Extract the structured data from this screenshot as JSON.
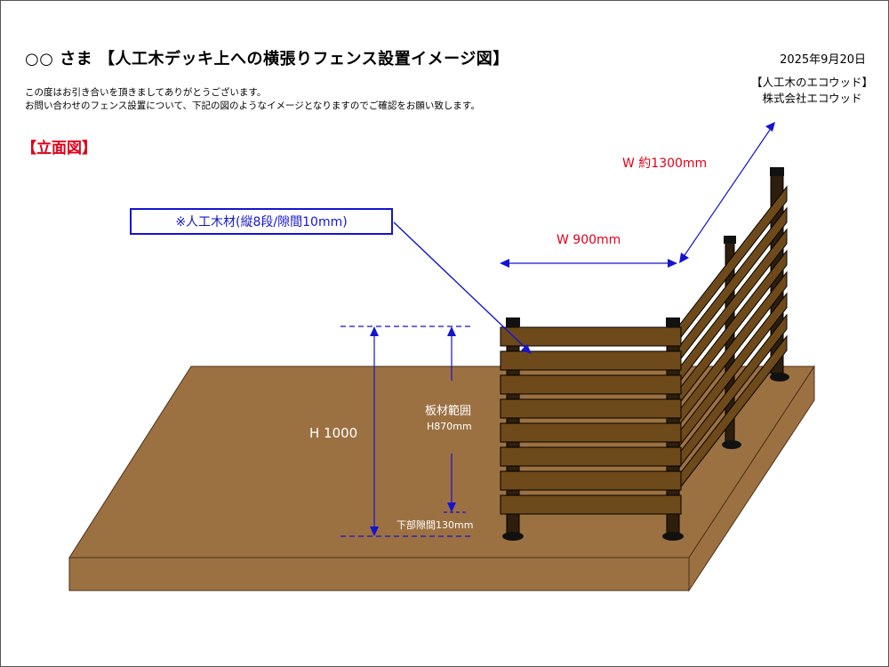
{
  "header": {
    "title": "○○ さま 【人工木デッキ上への横張りフェンス設置イメージ図】",
    "date": "2025年9月20日",
    "company_line1": "【人工木のエコウッド】",
    "company_line2": "株式会社エコウッド"
  },
  "intro": {
    "line1": "この度はお引き合いを頂きましてありがとうございます。",
    "line2": "お問い合わせのフェンス設置について、下記の図のようなイメージとなりますのでご確認をお願い致します。"
  },
  "section_label": "【立面図】",
  "diagram": {
    "material_note": "※人工木材(縦8段/隙間10mm)",
    "width_long": "W 約1300mm",
    "width_short": "W 900mm",
    "height_total": "H 1000",
    "board_range_label": "板材範囲",
    "board_range_value": "H870mm",
    "bottom_gap": "下部隙間130mm"
  },
  "colors": {
    "deck": "#9c7142",
    "deck_side": "#9c7142",
    "board": "#6e4a1a",
    "accent_red": "#e0001a",
    "accent_blue": "#1414d0"
  }
}
